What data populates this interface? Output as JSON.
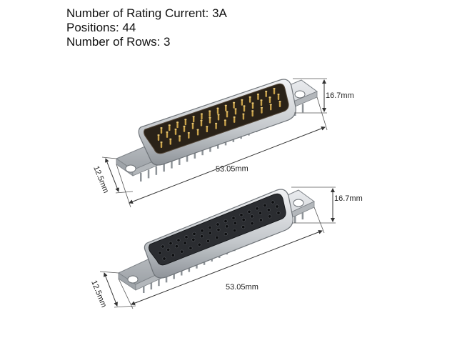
{
  "specs": [
    "Number of Rating Current: 3A",
    "Positions: 44",
    "Number of Rows: 3"
  ],
  "connectors": [
    {
      "name": "male-connector",
      "pin_type": "male",
      "dims": {
        "length": "53.05mm",
        "height": "16.7mm",
        "width": "12.5mm"
      }
    },
    {
      "name": "female-connector",
      "pin_type": "female",
      "dims": {
        "length": "53.05mm",
        "height": "16.7mm",
        "width": "12.5mm"
      }
    }
  ],
  "colors": {
    "metal": "#c9ccd0",
    "metal_dark": "#8e9398",
    "cavity": "#2a2218",
    "pin_gold": "#c9a24a",
    "insulator": "#2b2d31",
    "dim_line": "#333333"
  }
}
